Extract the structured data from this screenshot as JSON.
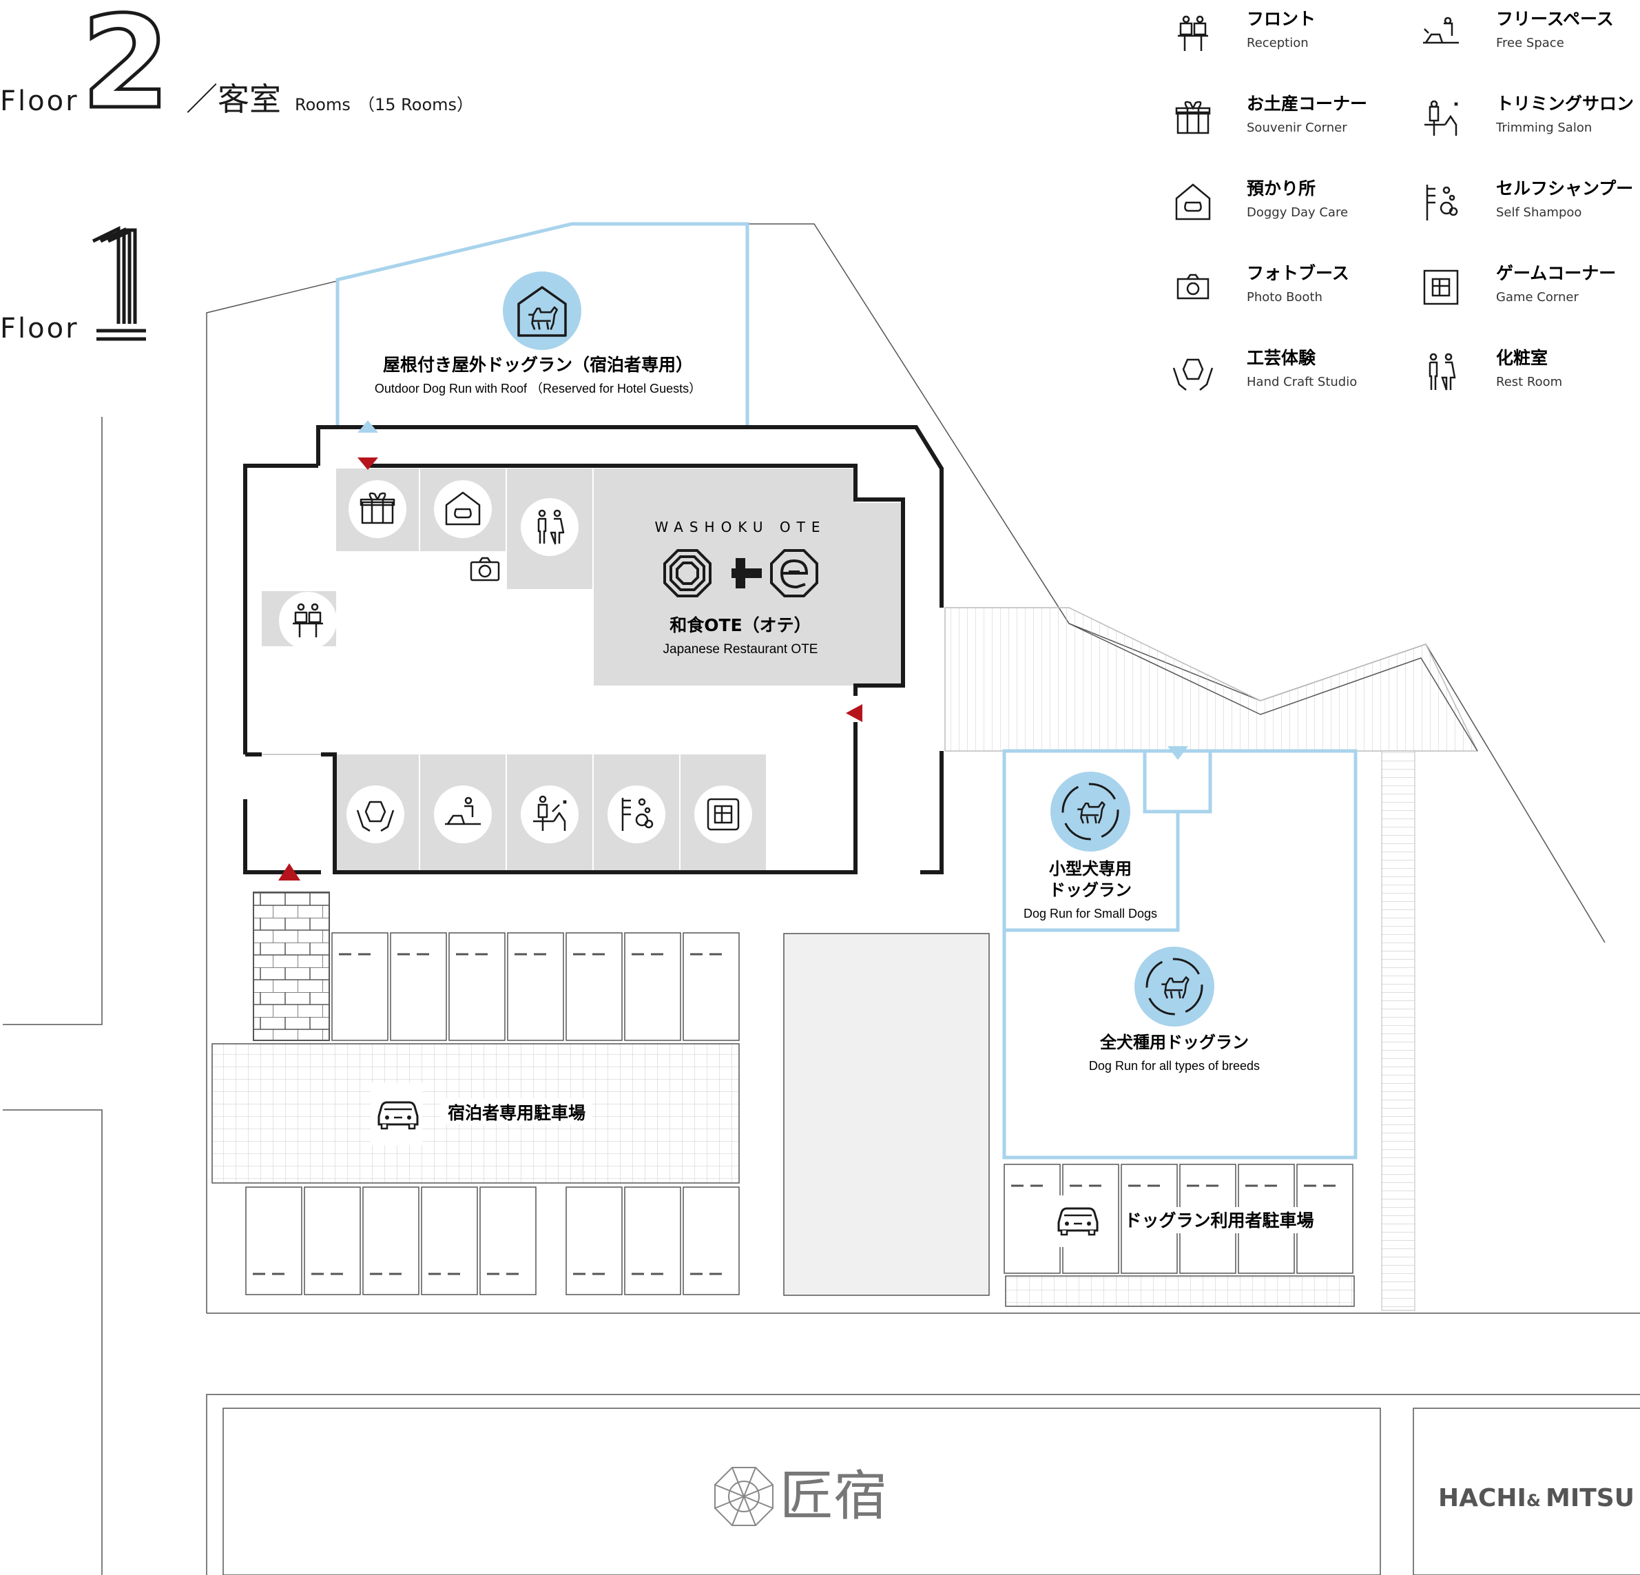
{
  "floors": {
    "floor2": {
      "label": "Floor",
      "numeral": "2",
      "rooms_jp": "／客室",
      "rooms_en": "Rooms",
      "rooms_count": "（15 Rooms）"
    },
    "floor1": {
      "label": "Floor",
      "numeral": "1"
    }
  },
  "legend": [
    {
      "icon": "reception-icon",
      "jp": "フロント",
      "en": "Reception"
    },
    {
      "icon": "free-space-icon",
      "jp": "フリースペース",
      "en": "Free Space"
    },
    {
      "icon": "souvenir-icon",
      "jp": "お土産コーナー",
      "en": "Souvenir Corner"
    },
    {
      "icon": "trimming-icon",
      "jp": "トリミングサロン",
      "en": "Trimming Salon"
    },
    {
      "icon": "doggy-day-care-icon",
      "jp": "預かり所",
      "en": "Doggy Day Care"
    },
    {
      "icon": "self-shampoo-icon",
      "jp": "セルフシャンプー",
      "en": "Self Shampoo"
    },
    {
      "icon": "camera-icon",
      "jp": "フォトブース",
      "en": "Photo Booth"
    },
    {
      "icon": "game-corner-icon",
      "jp": "ゲームコーナー",
      "en": "Game Corner"
    },
    {
      "icon": "hand-craft-icon",
      "jp": "工芸体験",
      "en": "Hand Craft Studio"
    },
    {
      "icon": "rest-room-icon",
      "jp": "化粧室",
      "en": "Rest Room"
    }
  ],
  "areas": {
    "roof_dog_run": {
      "jp": "屋根付き屋外ドッグラン（宿泊者専用）",
      "en": "Outdoor Dog Run with Roof （Reserved for Hotel Guests）"
    },
    "restaurant": {
      "brand": "WASHOKU OTE",
      "jp": "和食OTE（オテ）",
      "en": "Japanese Restaurant OTE"
    },
    "small_dog_run": {
      "jp_line1": "小型犬専用",
      "jp_line2": "ドッグラン",
      "en": "Dog Run for Small Dogs"
    },
    "all_dog_run": {
      "jp": "全犬種用ドッグラン",
      "en": "Dog Run for all types of breeds"
    },
    "guest_parking": {
      "jp": "宿泊者専用駐車場"
    },
    "dogrun_parking": {
      "jp": "ドッグラン利用者駐車場"
    }
  },
  "buildings": {
    "takumi": {
      "name": "匠宿"
    },
    "hachi": {
      "name_a": "HACHI",
      "amp": "&",
      "name_b": "MITSU"
    }
  },
  "colors": {
    "light_blue": "#a8d3ec",
    "entrance_red": "#b5141d",
    "room_gray": "#dcdcdc",
    "wall_black": "#1a1a1a"
  }
}
